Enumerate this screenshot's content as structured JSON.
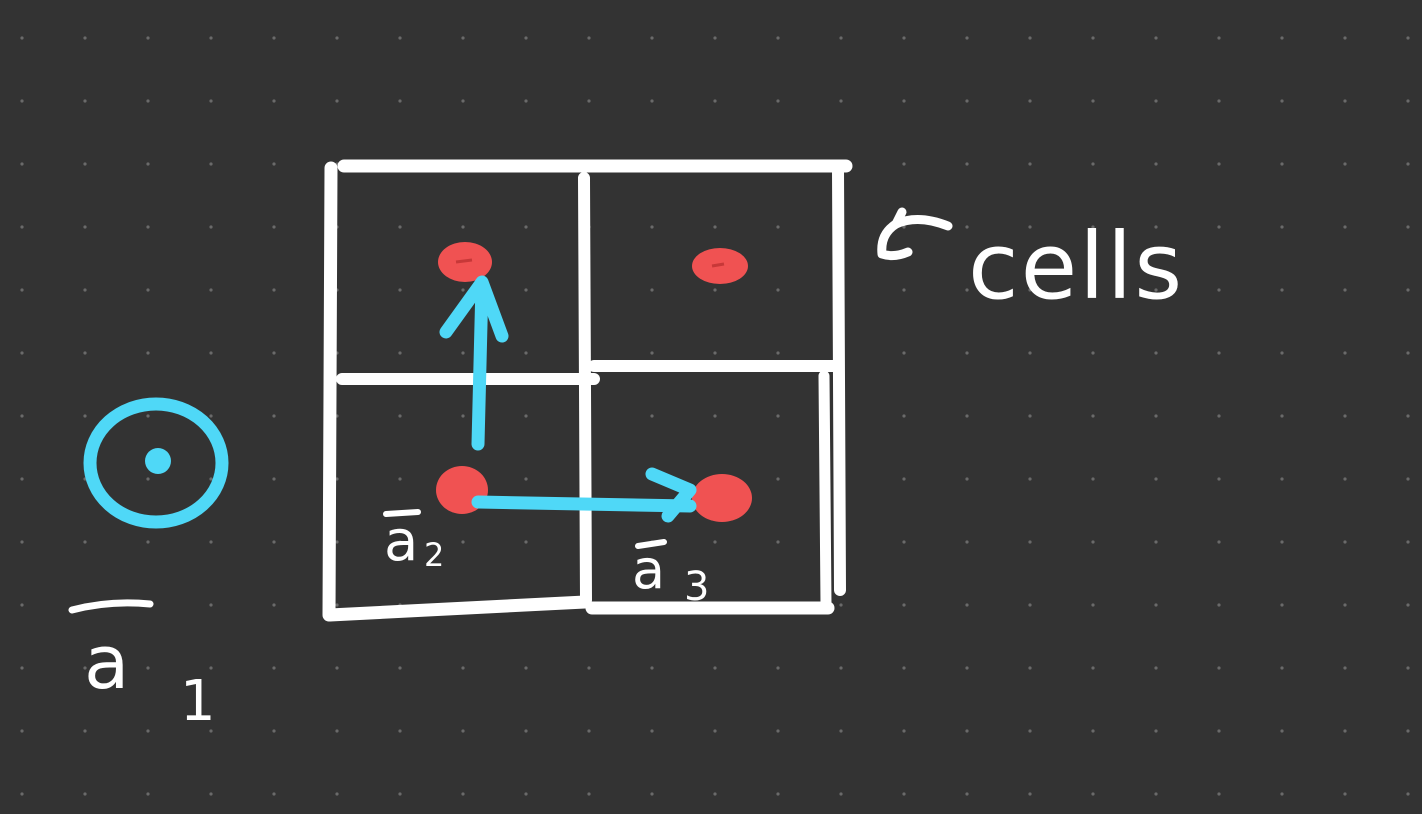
{
  "labels": {
    "cells": "cells",
    "a1_letter": "a",
    "a1_subscript": "1",
    "a2_letter": "a",
    "a2_subscript": "2",
    "a3_letter": "a",
    "a3_subscript": "3"
  },
  "colors": {
    "background": "#333333",
    "grid_dots": "#6a6a6a",
    "ink": "#ffffff",
    "vector_ink": "#4fd8f7",
    "atom": "#f05252"
  }
}
